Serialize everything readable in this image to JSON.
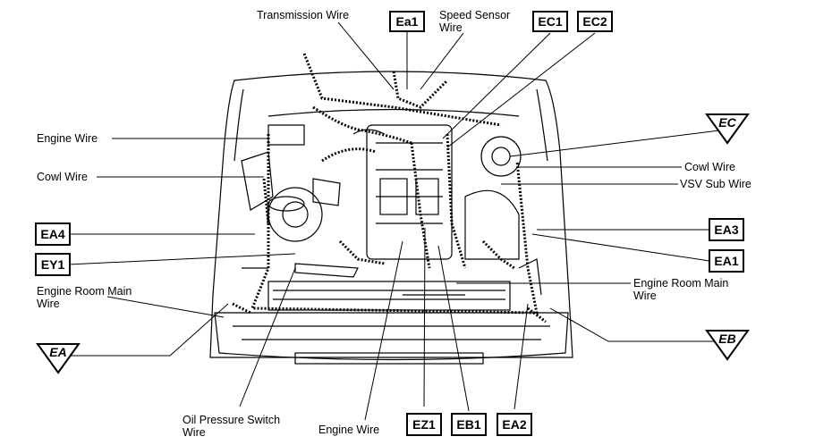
{
  "labels": {
    "transmission_wire": "Transmission Wire",
    "speed_sensor_wire_1": "Speed Sensor",
    "speed_sensor_wire_2": "Wire",
    "engine_wire_left": "Engine Wire",
    "cowl_wire_left": "Cowl Wire",
    "engine_room_main_left_1": "Engine Room Main",
    "engine_room_main_left_2": "Wire",
    "oil_pressure_1": "Oil Pressure Switch",
    "oil_pressure_2": "Wire",
    "engine_wire_bottom": "Engine Wire",
    "cowl_wire_right": "Cowl Wire",
    "vsv_sub_wire": "VSV Sub Wire",
    "engine_room_main_right_1": "Engine Room Main",
    "engine_room_main_right_2": "Wire"
  },
  "codes": {
    "ea1_lower": "Ea1",
    "ec1": "EC1",
    "ec2": "EC2",
    "ea4": "EA4",
    "ey1": "EY1",
    "ea3": "EA3",
    "ea1": "EA1",
    "ez1": "EZ1",
    "eb1": "EB1",
    "ea2": "EA2"
  },
  "triangles": {
    "ec": "EC",
    "ea": "EA",
    "eb": "EB"
  }
}
